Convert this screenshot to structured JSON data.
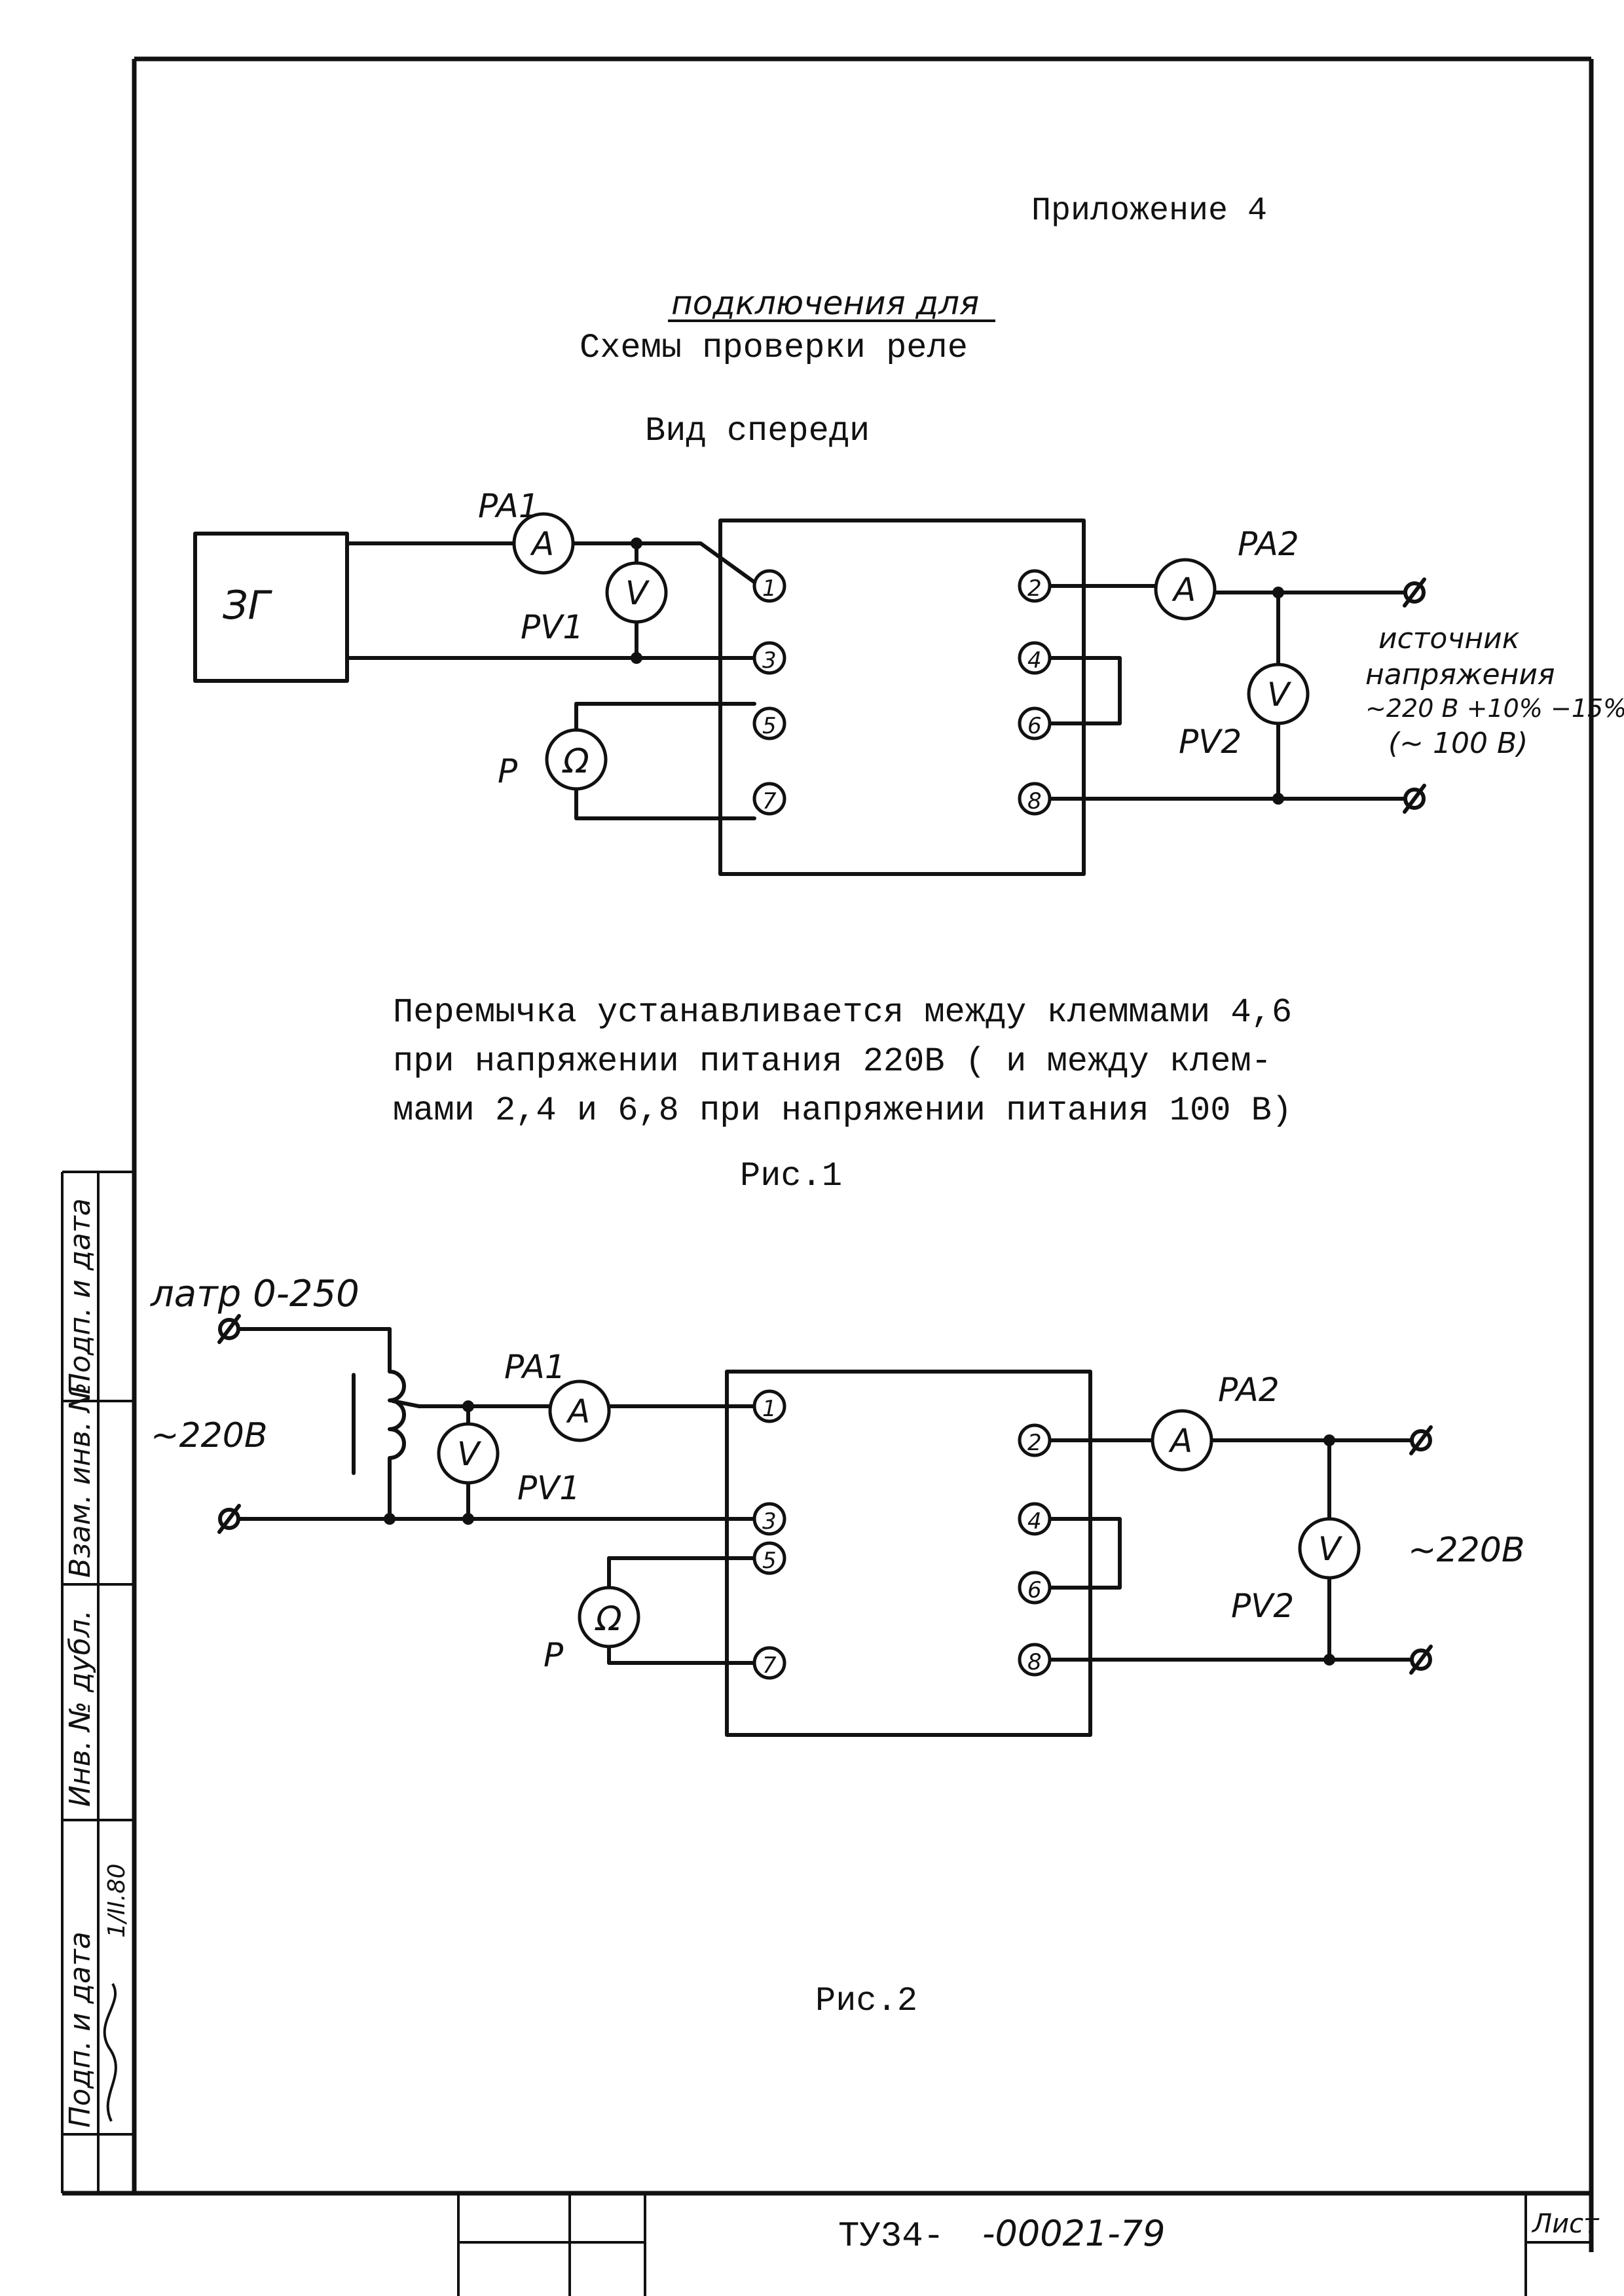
{
  "appendix_title": "Приложение 4",
  "title_insert": "подключения для",
  "title_main": "Схемы проверки реле",
  "view_label": "Вид спереди",
  "fig1": {
    "generator_label": "ЗГ",
    "ammeter_left": "PA1",
    "voltmeter_left": "PV1",
    "ohmmeter": "P",
    "ammeter_right": "PA2",
    "voltmeter_right": "PV2",
    "meter_A": "A",
    "meter_V": "V",
    "meter_ohm": "Ω",
    "terminals": [
      "1",
      "2",
      "3",
      "4",
      "5",
      "6",
      "7",
      "8"
    ],
    "source_line1": "источник",
    "source_line2": "напряжения",
    "source_line3": "~220 В +10% −15%",
    "source_line4": "(~ 100 В)",
    "caption": "Рис.1"
  },
  "note": {
    "line1": "Перемычка устанавливается между клеммами 4,6",
    "line2": "при напряжении питания  220В ( и между клем-",
    "line3": "мами 2,4 и 6,8  при напряжении питания    100 В)"
  },
  "fig2": {
    "autotransformer_label": "латр 0-250",
    "supply_left": "~220В",
    "supply_right": "~220В",
    "ammeter_left": "PA1",
    "voltmeter_left": "PV1",
    "ohmmeter": "P",
    "ammeter_right": "PA2",
    "voltmeter_right": "PV2",
    "meter_A": "A",
    "meter_V": "V",
    "meter_ohm": "Ω",
    "terminals": [
      "1",
      "2",
      "3",
      "4",
      "5",
      "6",
      "7",
      "8"
    ],
    "caption": "Рис.2"
  },
  "side_stamp": {
    "col1": "Подп. и дата",
    "col2": "Инв. № дубл.",
    "col3": "Взам. инв. №",
    "col4": "Подп. и дата",
    "signature_date": "1/II.80"
  },
  "doc_number": "ТУ34-",
  "doc_number_tail": "-00021-79",
  "sheet_label": "Лист"
}
